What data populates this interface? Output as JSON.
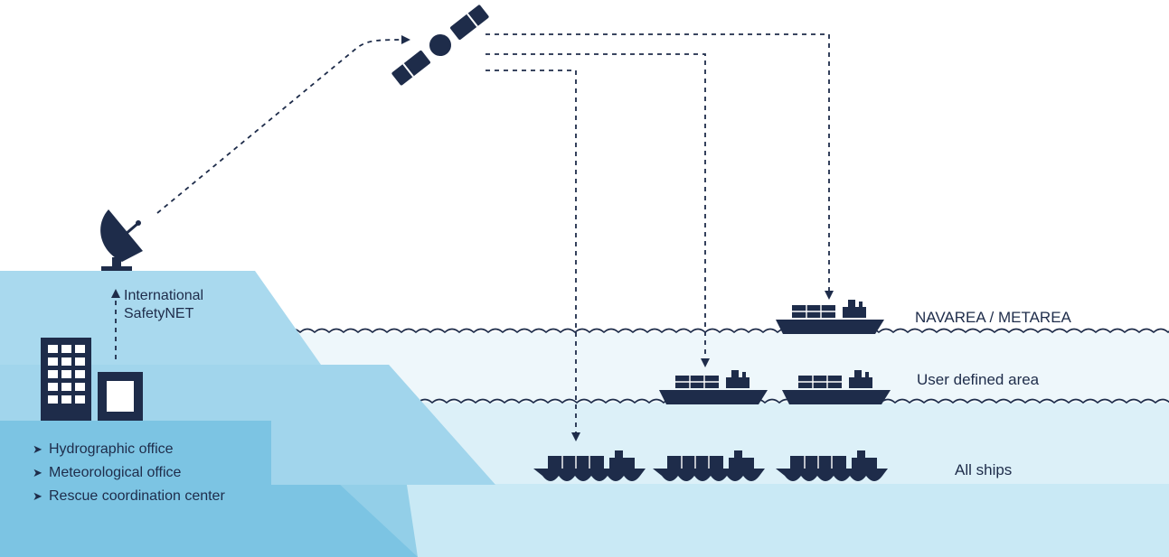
{
  "labels": {
    "service": "International\nSafetyNET",
    "tier_navarea": "NAVAREA / METAREA",
    "tier_user": "User defined area",
    "tier_all": "All ships"
  },
  "organizations": [
    "Hydrographic office",
    "Meteorological office",
    "Rescue coordination center"
  ],
  "icons": [
    "satellite-icon",
    "satellite-dish-icon",
    "office-building-icon",
    "ship-icon",
    "arrow-right-icon"
  ],
  "colors": {
    "navy": "#1e2c4a",
    "land_top": "#a9d9ee",
    "land_mid": "#93cfe8",
    "land_bottom": "#7cc4e3",
    "sea_top": "#eef7fb",
    "sea_mid": "#dcf0f8",
    "sea_bottom": "#c9e9f5"
  }
}
